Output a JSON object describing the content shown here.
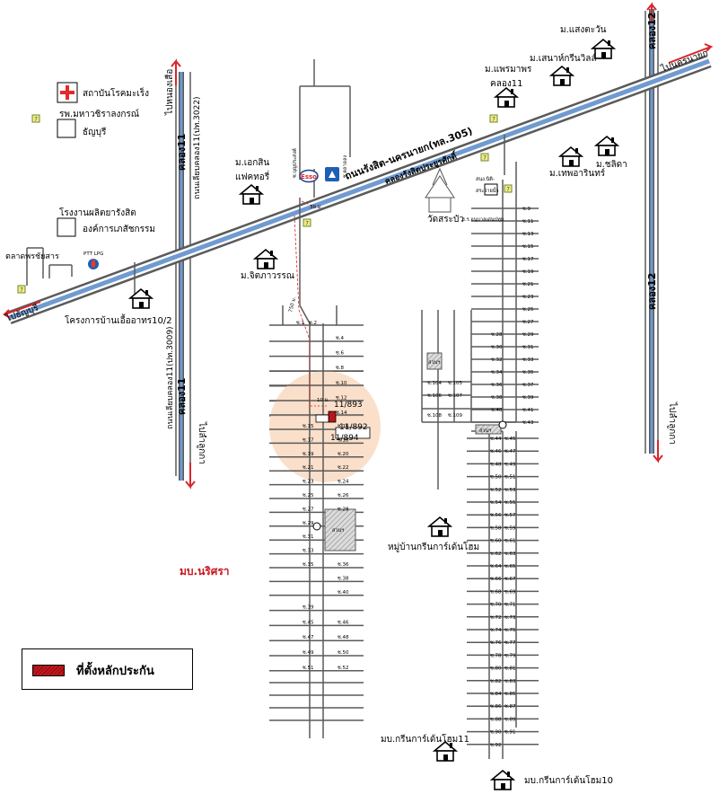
{
  "roads": {
    "main_highway": "ถนนรังสิต-นครนายก(ทล.305)",
    "canal_rangsit": "คลองรังสิตประยูรศักดิ์",
    "to_nakhon_nayok": "ไปนครนายก",
    "to_thanyaburi": "ไปธัญบุรี",
    "to_nong_suea": "ไปหนองเสือ",
    "to_lam_luk_ka_left": "ไปลำลูกกา",
    "to_lam_luk_ka_right": "ไปลำลูกกา",
    "road_north_3022": "ถนนเลียบคลอง11(ปท.3022)",
    "road_south_3009": "ถนนเลียบคลอง11(ปท.3009)",
    "canal11_top": "คลอง11",
    "canal11_bottom": "คลอง11",
    "canal12_top": "คลอง12",
    "canal12_bottom": "คลอง12",
    "soi_boonprasong": "ซ.บุญประสงค์",
    "soi_tatlong": "ซ.ตลาดลง",
    "dist_30m": "30 ม.",
    "dist_750m": "750 ม.",
    "dist_10m": "10 ม."
  },
  "places": {
    "cancer_institute": "สถาบันโรคมะเร็ง",
    "hospital_line1": "รพ.มหาวชิราลงกรณ์",
    "hospital_line2": "ธัญบุรี",
    "factory_line1": "โรงงานผลิตยารังสิต",
    "factory_line2": "องค์การเภสัชกรรม",
    "ptt": "PTT LPG",
    "market": "ตลาดพรชัยสาร",
    "ban_uea_arthorn": "โครงการบ้านเอื้ออาทร10/2",
    "ek_sin_line1": "ม.เอกสิน",
    "ek_sin_line2": "แฟคทอรี่",
    "chit_phawan": "ม.จิตภาวรรณ",
    "praemaporn_line1": "ม.แพรมาพร",
    "praemaporn_line2": "คลอง11",
    "sanae_green": "ม.เสนาห์กรีนวิลล์",
    "saeng_tawan": "ม.แสงตะวัน",
    "thepparin": "ม.เทพอารินทร์",
    "chalida": "ม.ชลิดา",
    "wat_sarabua": "วัดสระบัว",
    "school": "ร.ร.อนุบาลเด่นปทุม",
    "park_office_line1": "สนง.นิติ-",
    "park_office_line2": "สระว่ายน้ำ",
    "green_garden": "หมู่บ้านกรีนการ์เด้นโฮม",
    "green_garden_11": "มบ.กรีนการ์เด้นโฮม11",
    "green_garden_10": "มบ.กรีนการ์เด้นโฮม10",
    "narisara": "มบ.นริศรา",
    "park": "สวนฯ",
    "house_11_893": "11/893",
    "house_11_892": "11/892",
    "house_11_894": "11/894"
  },
  "soi": {
    "left_a": [
      "ซ.1",
      "ซ.2"
    ],
    "left_even": [
      "ซ.4",
      "ซ.6",
      "ซ.8",
      "ซ.10",
      "ซ.12",
      "ซ.14"
    ],
    "left_lower": [
      {
        "l": "ซ.15",
        "r": "ซ.16"
      },
      {
        "l": "ซ.17",
        "r": "ซ.18"
      },
      {
        "l": "ซ.19",
        "r": "ซ.20"
      },
      {
        "l": "ซ.21",
        "r": "ซ.22"
      },
      {
        "l": "ซ.23",
        "r": "ซ.24"
      },
      {
        "l": "ซ.25",
        "r": "ซ.26"
      },
      {
        "l": "ซ.27",
        "r": "ซ.28"
      },
      {
        "l": "ซ.29",
        "r": ""
      },
      {
        "l": "ซ.31",
        "r": ""
      },
      {
        "l": "ซ.33",
        "r": ""
      },
      {
        "l": "ซ.35",
        "r": "ซ.36"
      },
      {
        "l": "",
        "r": "ซ.38"
      },
      {
        "l": "",
        "r": "ซ.40"
      },
      {
        "l": "ซ.39",
        "r": ""
      },
      {
        "l": "ซ.45",
        "r": "ซ.46"
      },
      {
        "l": "ซ.47",
        "r": "ซ.48"
      },
      {
        "l": "ซ.49",
        "r": "ซ.50"
      },
      {
        "l": "ซ.51",
        "r": "ซ.52"
      }
    ],
    "right_upper": [
      "ซ.9",
      "ซ.11",
      "ซ.13",
      "ซ.15",
      "ซ.17",
      "ซ.19",
      "ซ.21",
      "ซ.23",
      "ซ.25",
      "ซ.27",
      "ซ.29",
      "ซ.31",
      "ซ.33",
      "ซ.35",
      "ซ.37",
      "ซ.39",
      "ซ.41",
      "ซ.43"
    ],
    "right_upper_left": [
      "ซ.28",
      "ซ.30",
      "ซ.32",
      "ซ.34",
      "ซ.36",
      "ซ.38",
      "ซ.40"
    ],
    "right_lower": [
      {
        "l": "ซ.44",
        "r": "ซ.45"
      },
      {
        "l": "ซ.46",
        "r": "ซ.47"
      },
      {
        "l": "ซ.48",
        "r": "ซ.49"
      },
      {
        "l": "ซ.50",
        "r": "ซ.51"
      },
      {
        "l": "ซ.52",
        "r": "ซ.53"
      },
      {
        "l": "ซ.54",
        "r": "ซ.55"
      },
      {
        "l": "ซ.56",
        "r": "ซ.57"
      },
      {
        "l": "ซ.58",
        "r": "ซ.59"
      },
      {
        "l": "ซ.60",
        "r": "ซ.61"
      },
      {
        "l": "ซ.62",
        "r": "ซ.63"
      },
      {
        "l": "ซ.64",
        "r": "ซ.65"
      },
      {
        "l": "ซ.66",
        "r": "ซ.67"
      },
      {
        "l": "ซ.68",
        "r": "ซ.69"
      },
      {
        "l": "ซ.70",
        "r": "ซ.71"
      },
      {
        "l": "ซ.72",
        "r": "ซ.73"
      },
      {
        "l": "ซ.74",
        "r": "ซ.75"
      },
      {
        "l": "ซ.76",
        "r": "ซ.77"
      },
      {
        "l": "ซ.78",
        "r": "ซ.79"
      },
      {
        "l": "ซ.80",
        "r": "ซ.81"
      },
      {
        "l": "ซ.82",
        "r": "ซ.83"
      },
      {
        "l": "ซ.84",
        "r": "ซ.85"
      },
      {
        "l": "ซ.86",
        "r": "ซ.87"
      },
      {
        "l": "ซ.88",
        "r": "ซ.89"
      },
      {
        "l": "ซ.90",
        "r": "ซ.91"
      },
      {
        "l": "ซ.92",
        "r": ""
      }
    ],
    "mid": [
      "ซ.104",
      "ซ.105",
      "ซ.106",
      "ซ.107",
      "ซ.108",
      "ซ.109"
    ]
  },
  "legend": {
    "label": "ที่ตั้งหลักประกัน"
  },
  "colors": {
    "canal": "#6f9bd1",
    "road": "#5a5a5a",
    "arrow": "#d8262c",
    "highlight": "#f9dcc4",
    "pin": "#c8161d"
  }
}
